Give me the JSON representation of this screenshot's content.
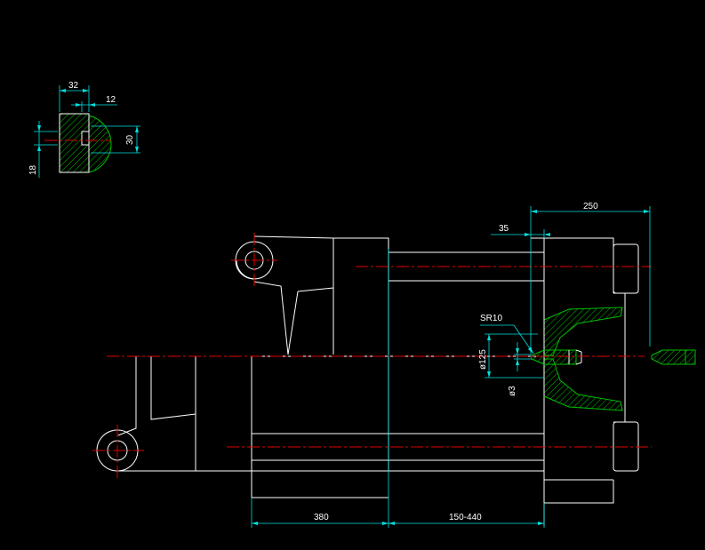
{
  "colors": {
    "background": "#000000",
    "geometry": "#ffffff",
    "dimension": "#00e0e0",
    "centerline": "#e00000",
    "hatch": "#00c000"
  },
  "detail_dims": {
    "width_top": "32",
    "width_inner": "12",
    "height_right": "30",
    "height_left": "18"
  },
  "main_dims": {
    "overall": "250",
    "offset": "35",
    "sphere_radius": "SR10",
    "diameter_large": "ø125",
    "diameter_small": "ø3",
    "length_left": "380",
    "length_right": "150-440"
  }
}
